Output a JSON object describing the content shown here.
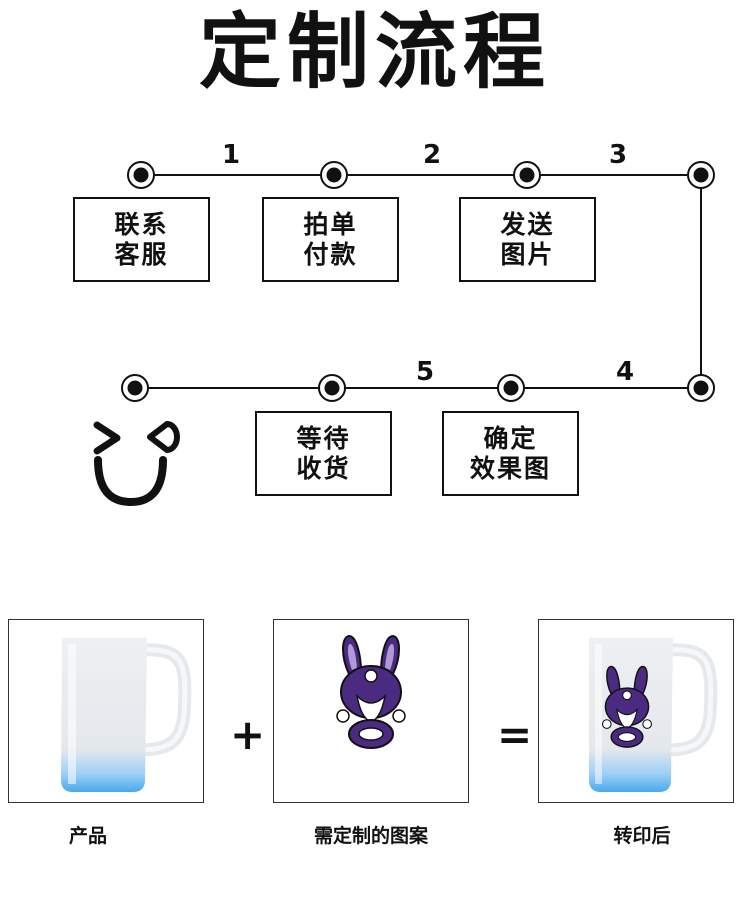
{
  "title": "定制流程",
  "steps": [
    {
      "line1": "联系",
      "line2": "客服"
    },
    {
      "line1": "拍单",
      "line2": "付款"
    },
    {
      "line1": "发送",
      "line2": "图片"
    },
    {
      "line1": "确定",
      "line2": "效果图"
    },
    {
      "line1": "等待",
      "line2": "收货"
    }
  ],
  "numbers": [
    "1",
    "2",
    "3",
    "4",
    "5"
  ],
  "equation": {
    "plus": "+",
    "equals": "=",
    "captions": [
      "产品",
      "需定制的图案",
      "转印后"
    ]
  },
  "colors": {
    "line": "#111111",
    "rabbit_purple": "#4b2a82",
    "glass_blue": "#6ab8f2"
  },
  "icons": [
    "smiley-face-icon"
  ]
}
